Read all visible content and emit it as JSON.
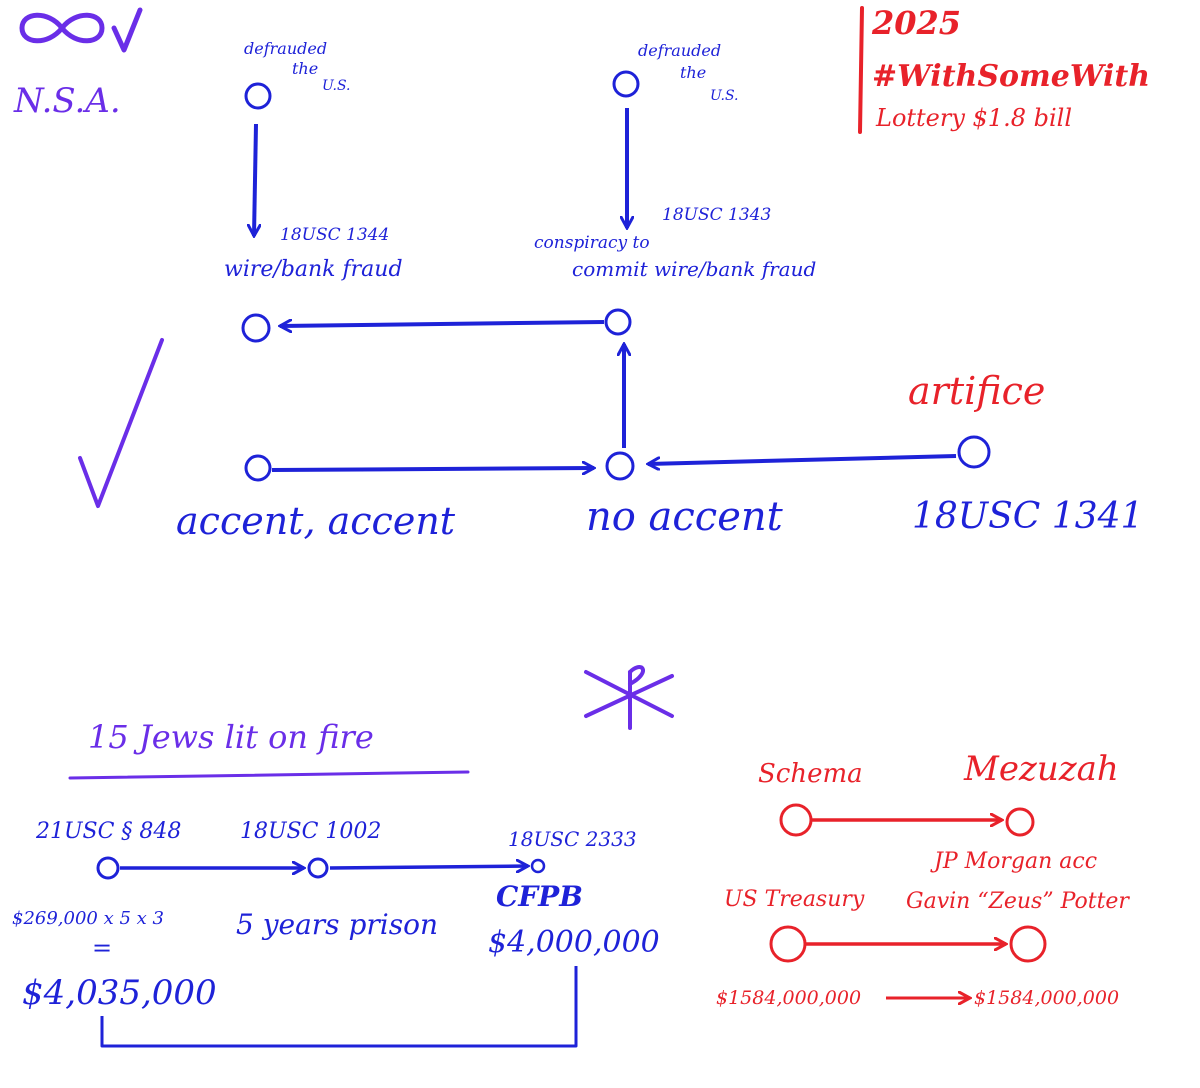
{
  "colors": {
    "blue": "#1e22d8",
    "red": "#e8222a",
    "violet": "#6a2ee8"
  },
  "header": {
    "nsa": "N.S.A.",
    "year": "2025",
    "hashtag": "#WithSomeWith",
    "lottery": "Lottery $1.8 bill"
  },
  "top_diagram": {
    "defrauded_left": [
      "defrauded",
      "the",
      "U.S."
    ],
    "defrauded_right": [
      "defrauded",
      "the",
      "U.S."
    ],
    "statute_1344": "18USC 1344",
    "wire_bank_fraud": "wire/bank fraud",
    "statute_1343": "18USC 1343",
    "conspiracy": "conspiracy to",
    "commit_fraud": "commit wire/bank fraud",
    "artifice": "artifice",
    "statute_1341": "18USC 1341",
    "accent_accent": "accent, accent",
    "no_accent": "no accent"
  },
  "bottom_left": {
    "heading": "15 Jews lit on fire",
    "statute_848": "21USC § 848",
    "statute_1002": "18USC 1002",
    "statute_2333": "18USC 2333",
    "cfpb": "CFPB",
    "calc": "$269,000 x 5 x 3",
    "equals": "=",
    "total": "$4,035,000",
    "prison": "5 years prison",
    "cfpb_amount": "$4,000,000"
  },
  "bottom_right": {
    "schema": "Schema",
    "mezuzah": "Mezuzah",
    "treasury": "US Treasury",
    "jpmorgan": "JP Morgan acc",
    "gavin": "Gavin “Zeus” Potter",
    "amount_left": "$1584,000,000",
    "amount_right": "$1584,000,000"
  }
}
